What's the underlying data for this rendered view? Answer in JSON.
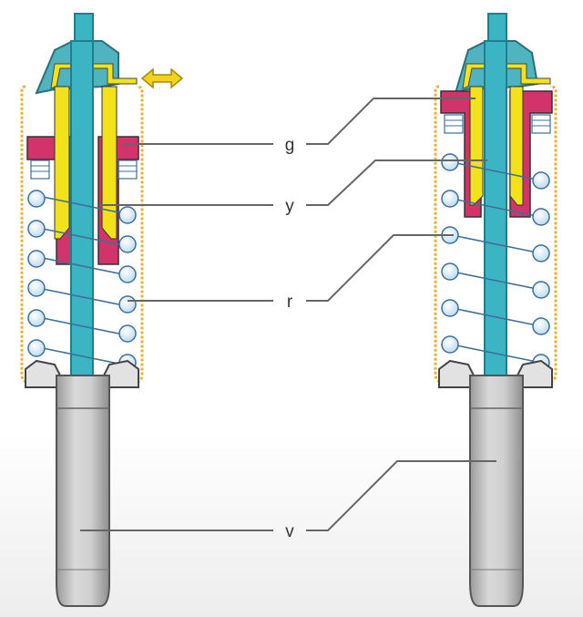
{
  "labels": {
    "g": "g",
    "y": "y",
    "r": "r",
    "v": "v"
  },
  "colors": {
    "rod": "#3bb5c4",
    "rod_dark": "#1f7f8c",
    "yellow": "#f2e21c",
    "yellow_border": "#e8b33a",
    "magenta": "#d2336a",
    "spring": "#d6ecf8",
    "spring_edge": "#3d6f98",
    "damper_body": "#c8c8c8",
    "leader": "#666666",
    "arrow": "#f2d21c"
  },
  "icons": {
    "adjust_arrow": "double-arrow-icon"
  }
}
